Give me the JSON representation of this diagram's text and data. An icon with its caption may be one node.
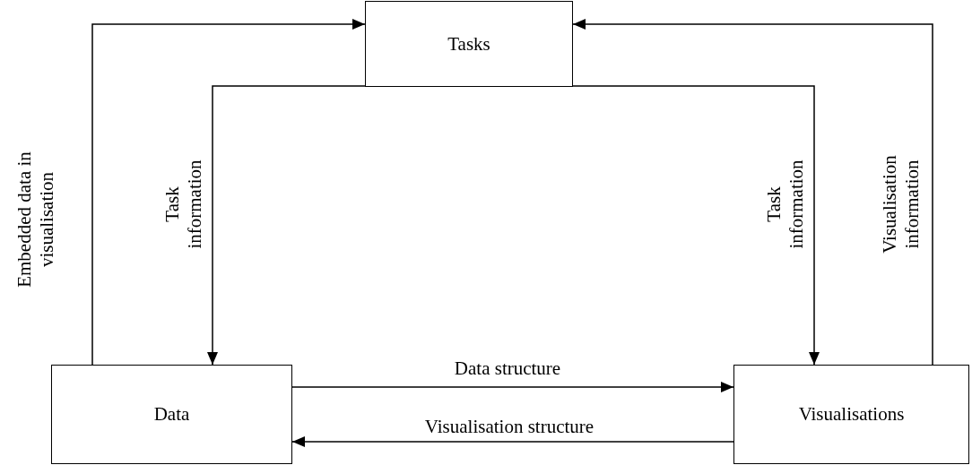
{
  "diagram": {
    "nodes": [
      {
        "text": [
          "Tasks"
        ]
      },
      {
        "text": [
          "Data"
        ]
      },
      {
        "text": [
          "Visualisations"
        ]
      }
    ],
    "edges": [
      {
        "from": 1,
        "to": 0,
        "arrow": "to",
        "label": "Embedded data in visualisation"
      },
      {
        "from": 0,
        "to": 1,
        "arrow": "to",
        "label": "Task information"
      },
      {
        "from": 0,
        "to": 2,
        "arrow": "to",
        "label": "Task information"
      },
      {
        "from": 2,
        "to": 0,
        "arrow": "to",
        "label": "Visualisation information"
      },
      {
        "from": 1,
        "to": 2,
        "arrow": "to",
        "label": "Data structure"
      },
      {
        "from": 2,
        "to": 1,
        "arrow": "to",
        "label": "Visualisation structure"
      }
    ]
  }
}
